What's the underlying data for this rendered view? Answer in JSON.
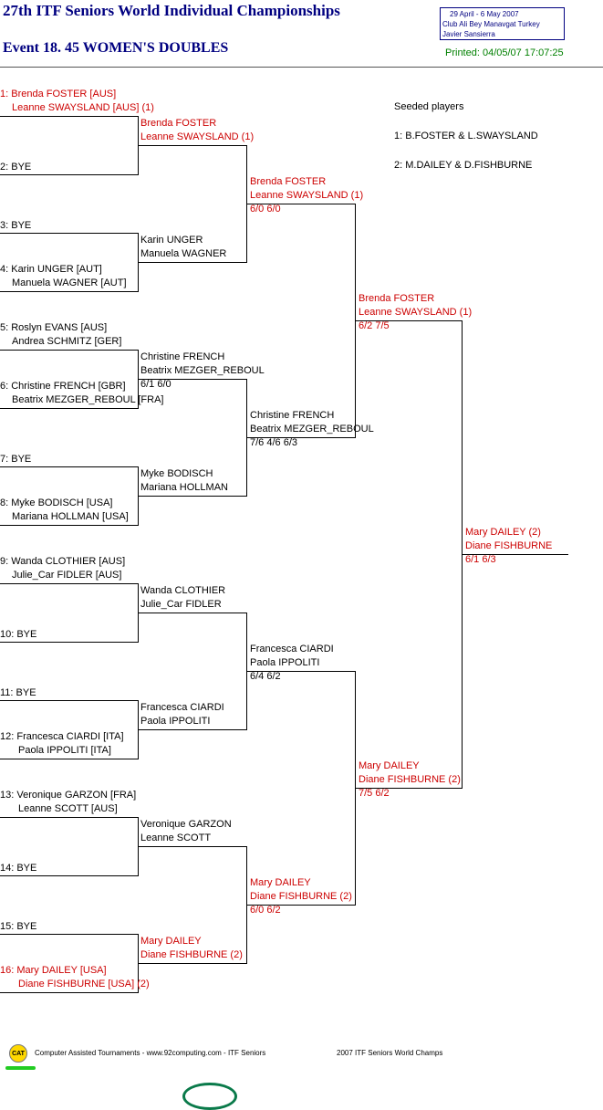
{
  "header": {
    "title": "27th ITF Seniors World Individual Championships",
    "event": "Event 18. 45 WOMEN'S DOUBLES",
    "info_dates": "29 April - 6 May 2007",
    "info_venue": "Club Ali Bey Manavgat   Turkey",
    "info_referee": "Javier Sansierra",
    "printed": "Printed: 04/05/07 17:07:25"
  },
  "seeds": {
    "heading": "Seeded players",
    "s1": "1: B.FOSTER & L.SWAYSLAND",
    "s2": "2: M.DAILEY & D.FISHBURNE"
  },
  "draw": {
    "d1a": "1: Brenda FOSTER [AUS]",
    "d1b": "Leanne SWAYSLAND [AUS] (1)",
    "d2": "2: BYE",
    "d3": "3: BYE",
    "d4a": "4: Karin UNGER [AUT]",
    "d4b": "Manuela WAGNER [AUT]",
    "d5a": "5: Roslyn EVANS [AUS]",
    "d5b": "Andrea SCHMITZ [GER]",
    "d6a": "6: Christine FRENCH [GBR]",
    "d6b": "Beatrix MEZGER_REBOUL [FRA]",
    "d7": "7: BYE",
    "d8a": "8: Myke BODISCH [USA]",
    "d8b": "Mariana HOLLMAN [USA]",
    "d9a": "9: Wanda CLOTHIER [AUS]",
    "d9b": "Julie_Car FIDLER [AUS]",
    "d10": "10: BYE",
    "d11": "11: BYE",
    "d12a": "12: Francesca CIARDI [ITA]",
    "d12b": "Paola IPPOLITI [ITA]",
    "d13a": "13: Veronique GARZON [FRA]",
    "d13b": "Leanne SCOTT [AUS]",
    "d14": "14: BYE",
    "d15": "15: BYE",
    "d16a": "16: Mary DAILEY [USA]",
    "d16b": "Diane FISHBURNE [USA] (2)"
  },
  "r2": {
    "m1a": "Brenda FOSTER",
    "m1b": "Leanne SWAYSLAND (1)",
    "m2a": "Karin UNGER",
    "m2b": "Manuela WAGNER",
    "m3a": "Christine FRENCH",
    "m3b": "Beatrix MEZGER_REBOUL",
    "m3s": "6/1 6/0",
    "m4a": "Myke BODISCH",
    "m4b": "Mariana HOLLMAN",
    "m5a": "Wanda CLOTHIER",
    "m5b": "Julie_Car FIDLER",
    "m6a": "Francesca CIARDI",
    "m6b": "Paola IPPOLITI",
    "m7a": "Veronique GARZON",
    "m7b": "Leanne SCOTT",
    "m8a": "Mary DAILEY",
    "m8b": "Diane FISHBURNE (2)"
  },
  "qf": {
    "m1a": "Brenda FOSTER",
    "m1b": "Leanne SWAYSLAND (1)",
    "m1s": "6/0 6/0",
    "m2a": "Christine FRENCH",
    "m2b": "Beatrix MEZGER_REBOUL",
    "m2s": "7/6 4/6 6/3",
    "m3a": "Francesca CIARDI",
    "m3b": "Paola IPPOLITI",
    "m3s": "6/4 6/2",
    "m4a": "Mary DAILEY",
    "m4b": "Diane FISHBURNE (2)",
    "m4s": "6/0 6/2"
  },
  "sf": {
    "m1a": "Brenda FOSTER",
    "m1b": "Leanne SWAYSLAND (1)",
    "m1s": "6/2 7/5",
    "m2a": "Mary DAILEY",
    "m2b": "Diane FISHBURNE (2)",
    "m2s": "7/5 6/2"
  },
  "final": {
    "a": "Mary DAILEY (2)",
    "b": "Diane FISHBURNE",
    "s": "6/1 6/3"
  },
  "footer": {
    "logo": "CAT",
    "left": "Computer Assisted Tournaments - www.92computing.com -  ITF Seniors",
    "right": "2007 ITF Seniors World Champs"
  }
}
